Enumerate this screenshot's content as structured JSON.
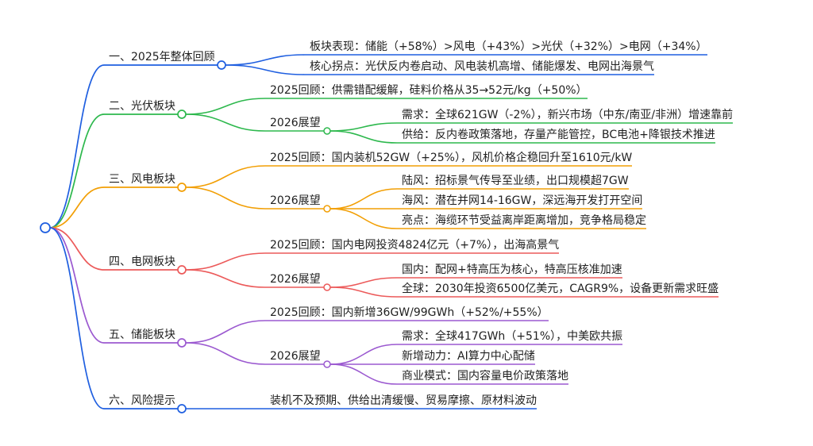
{
  "mindmap": {
    "branches": [
      {
        "label": "一、2025年整体回顾",
        "color": "#1f5fe0",
        "children": [
          {
            "label": "板块表现：储能（+58%）>风电（+43%）>光伏（+32%）>电网（+34%）"
          },
          {
            "label": "核心拐点：光伏反内卷启动、风电装机高增、储能爆发、电网出海景气"
          }
        ]
      },
      {
        "label": "二、光伏板块",
        "color": "#2db84d",
        "children": [
          {
            "label": "2025回顾：供需错配缓解，硅料价格从35→52元/kg（+50%）"
          },
          {
            "label": "2026展望",
            "children": [
              {
                "label": "需求：全球621GW（-2%），新兴市场（中东/南亚/非洲）增速靠前"
              },
              {
                "label": "供给：反内卷政策落地，存量产能管控，BC电池+降银技术推进"
              }
            ]
          }
        ]
      },
      {
        "label": "三、风电板块",
        "color": "#f29f05",
        "children": [
          {
            "label": "2025回顾：国内装机52GW（+25%），风机价格企稳回升至1610元/kW"
          },
          {
            "label": "2026展望",
            "children": [
              {
                "label": "陆风：招标景气传导至业绩，出口规模超7GW"
              },
              {
                "label": "海风：潜在并网14-16GW，深远海开发打开空间"
              },
              {
                "label": "亮点：海缆环节受益离岸距离增加，竞争格局稳定"
              }
            ]
          }
        ]
      },
      {
        "label": "四、电网板块",
        "color": "#ec5a5a",
        "children": [
          {
            "label": "2025回顾：国内电网投资4824亿元（+7%），出海高景气"
          },
          {
            "label": "2026展望",
            "children": [
              {
                "label": "国内：配网+特高压为核心，特高压核准加速"
              },
              {
                "label": "全球：2030年投资6500亿美元，CAGR9%，设备更新需求旺盛"
              }
            ]
          }
        ]
      },
      {
        "label": "五、储能板块",
        "color": "#9b59d0",
        "children": [
          {
            "label": "2025回顾：国内新增36GW/99GWh（+52%/+55%）"
          },
          {
            "label": "2026展望",
            "children": [
              {
                "label": "需求：全球417GWh（+51%），中美欧共振"
              },
              {
                "label": "新增动力：AI算力中心配储"
              },
              {
                "label": "商业模式：国内容量电价政策落地"
              }
            ]
          }
        ]
      },
      {
        "label": "六、风险提示",
        "color": "#1f5fe0",
        "children": [
          {
            "label": "装机不及预期、供给出清缓慢、贸易摩擦、原材料波动"
          }
        ]
      }
    ]
  }
}
